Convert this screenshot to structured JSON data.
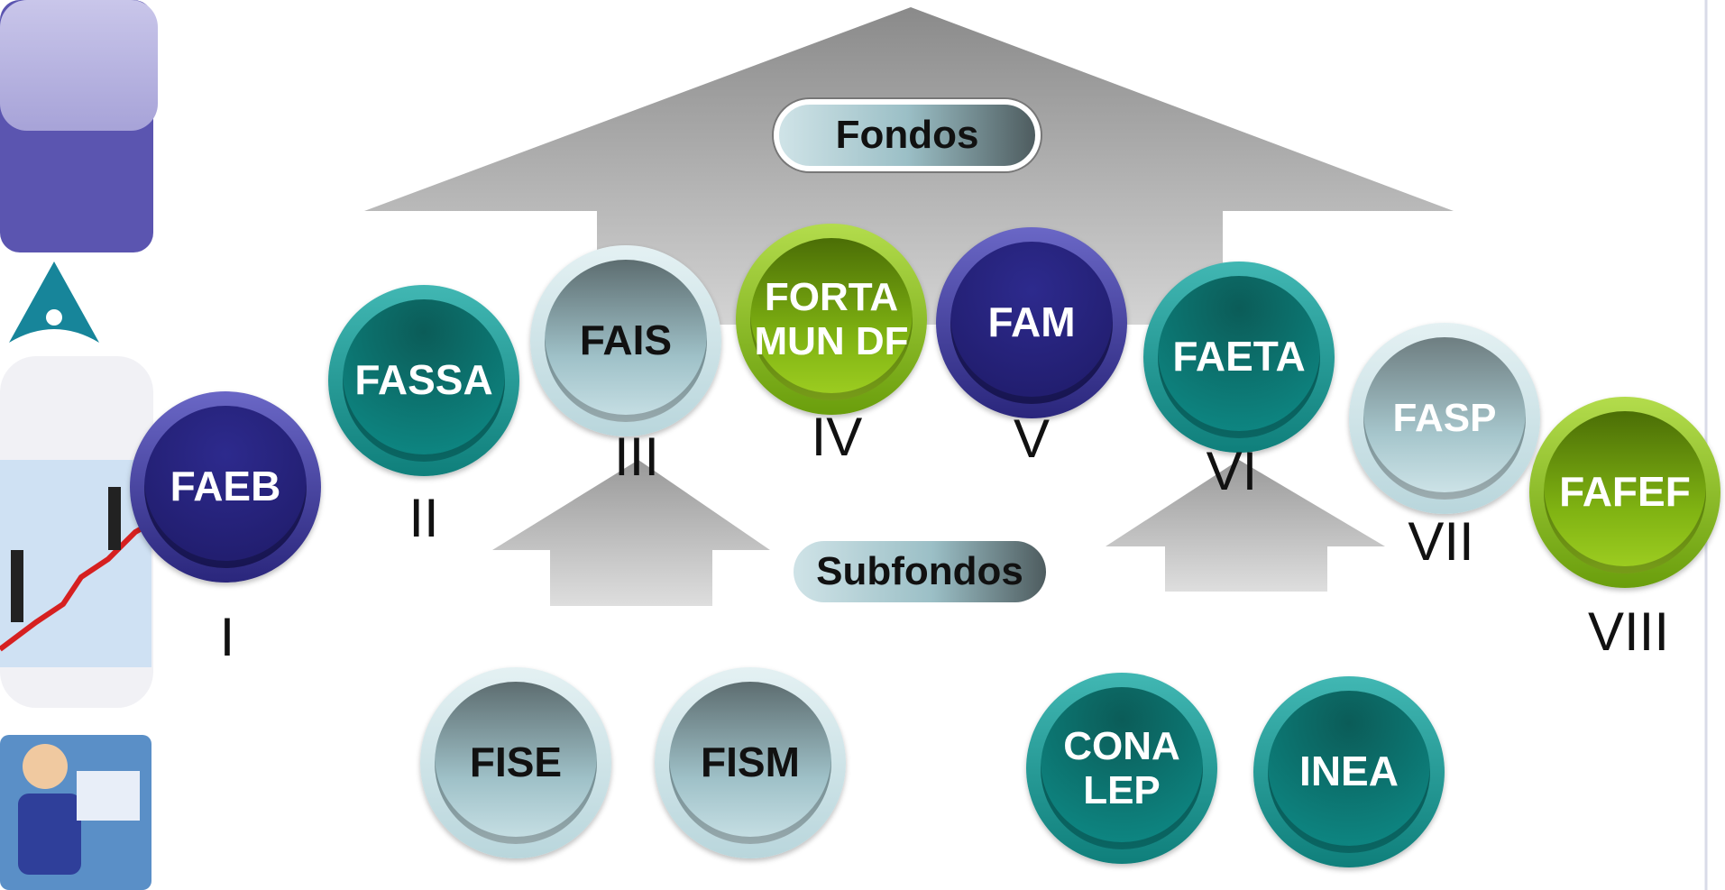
{
  "header_label": "Fondos",
  "sub_label": "Subfondos",
  "funds": [
    {
      "name": "FAEB",
      "numeral": "I",
      "theme": "navy"
    },
    {
      "name": "FASSA",
      "numeral": "II",
      "theme": "teal"
    },
    {
      "name": "FAIS",
      "numeral": "III",
      "theme": "silver"
    },
    {
      "name": "FORTA\nMUN DF",
      "numeral": "IV",
      "theme": "green"
    },
    {
      "name": "FAM",
      "numeral": "V",
      "theme": "navy"
    },
    {
      "name": "FAETA",
      "numeral": "VI",
      "theme": "teal"
    },
    {
      "name": "FASP",
      "numeral": "VII",
      "theme": "silver-light"
    },
    {
      "name": "FAFEF",
      "numeral": "VIII",
      "theme": "green"
    }
  ],
  "subfunds": [
    {
      "name": "FISE",
      "theme": "silver"
    },
    {
      "name": "FISM",
      "theme": "silver"
    },
    {
      "name": "CONA\nLEP",
      "theme": "teal"
    },
    {
      "name": "INEA",
      "theme": "teal"
    }
  ],
  "colors": {
    "navy": "#2e2a8a",
    "teal": "#0d8c88",
    "silver": "#b9d3d9",
    "green": "#7ab010",
    "arrow": "#a8a8a8"
  }
}
